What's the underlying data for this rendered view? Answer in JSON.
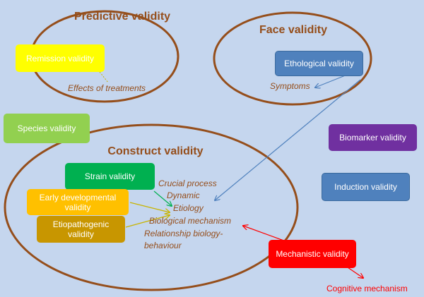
{
  "ellipses": {
    "predictive": "Predictive validity",
    "face": "Face validity",
    "construct": "Construct validity"
  },
  "boxes": {
    "remission": "Remission validity",
    "ethological": "Ethological validity",
    "species": "Species validity",
    "biomarker": "Biomarker validity",
    "induction": "Induction validity",
    "strain": "Strain validity",
    "early_developmental": "Early developmental validity",
    "etiopathogenic": "Etiopathogenic validity",
    "mechanistic": "Mechanistic validity"
  },
  "notes": {
    "effects_of_treatments": "Effects of treatments",
    "symptoms": "Symptoms",
    "crucial_process": "Crucial process",
    "dynamic": "Dynamic",
    "etiology": "Etiology",
    "biological_mechanism": "Biological mechanism",
    "relationship_line1": "Relationship biology-",
    "relationship_line2": "behaviour",
    "cognitive_mechanism": "Cognitive mechanism"
  },
  "colors": {
    "background": "#c5d6ee",
    "ellipse_stroke": "#954e1b",
    "construct_text": "#954e1b",
    "remission_fill": "#ffff00",
    "ethological_fill": "#4f81bd",
    "species_fill": "#92d050",
    "biomarker_fill": "#7030a0",
    "induction_fill": "#4f81bd",
    "strain_fill": "#00b050",
    "early_developmental_fill": "#ffc000",
    "etiopathogenic_fill": "#c89600",
    "mechanistic_fill": "#ff0000",
    "cognitive_text": "#ff0000",
    "blue_arrow": "#4f81bd",
    "yellow_arrow": "#c8b400"
  }
}
